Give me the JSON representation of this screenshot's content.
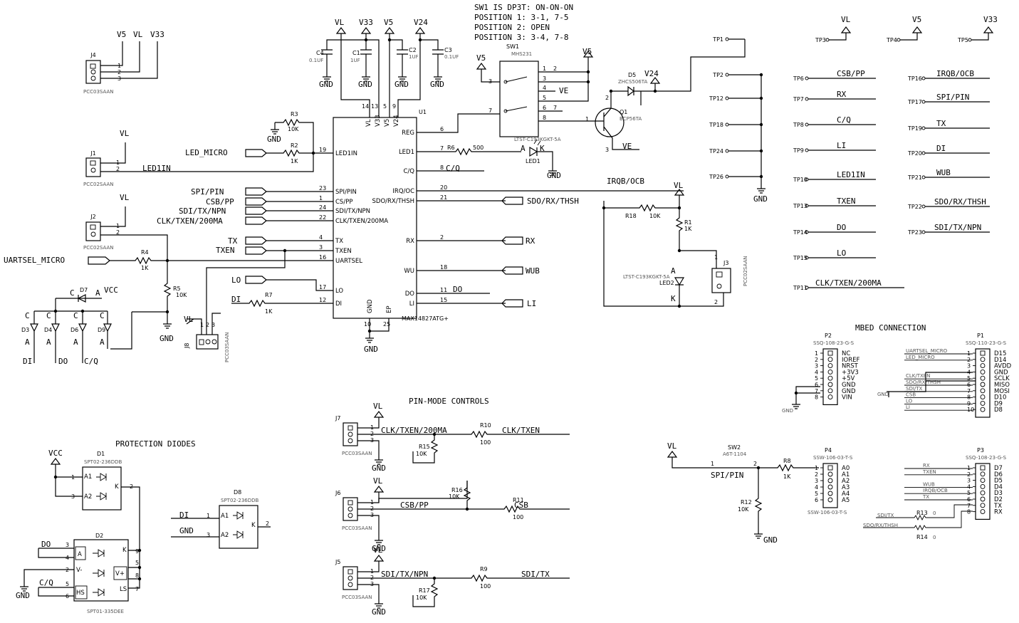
{
  "notes": {
    "sw1_desc": "SW1 IS DP3T: ON-ON-ON",
    "pos1": "POSITION 1: 3-1, 7-5",
    "pos2": "POSITION 2: OPEN",
    "pos3": "POSITION 3: 3-4, 7-8"
  },
  "sections": {
    "pin_mode": "PIN-MODE CONTROLS",
    "protection": "PROTECTION DIODES",
    "mbed": "MBED CONNECTION"
  },
  "u1": {
    "ref": "U1",
    "part": "MAX14827ATG+",
    "left_pins": [
      {
        "num": "19",
        "name": "LED1IN",
        "net": "LED_MICRO"
      },
      {
        "num": "23",
        "name": "SPI/PIN",
        "net": "SPI/PIN"
      },
      {
        "num": "1",
        "name": "CS/PP",
        "net": "CSB/PP"
      },
      {
        "num": "24",
        "name": "SDI/TX/NPN",
        "net": "SDI/TX/NPN"
      },
      {
        "num": "22",
        "name": "CLK/TXEN/200MA",
        "net": "CLK/TXEN/200MA"
      },
      {
        "num": "4",
        "name": "TX",
        "net": "TX"
      },
      {
        "num": "3",
        "name": "TXEN",
        "net": "TXEN"
      },
      {
        "num": "16",
        "name": "UARTSEL",
        "net": ""
      },
      {
        "num": "17",
        "name": "LO",
        "net": "LO"
      },
      {
        "num": "12",
        "name": "DI",
        "net": "DI"
      }
    ],
    "right_pins": [
      {
        "num": "6",
        "name": "REG",
        "net": ""
      },
      {
        "num": "7",
        "name": "LED1",
        "net": ""
      },
      {
        "num": "8",
        "name": "C/Q",
        "net": "C/Q"
      },
      {
        "num": "20",
        "name": "IRQ/OC",
        "net": "IRQB/OCB"
      },
      {
        "num": "21",
        "name": "SDO/RX/THSH",
        "net": "SDO/RX/THSH"
      },
      {
        "num": "2",
        "name": "RX",
        "net": "RX"
      },
      {
        "num": "18",
        "name": "WU",
        "net": "WUB"
      },
      {
        "num": "11",
        "name": "DO",
        "net": "DO"
      },
      {
        "num": "15",
        "name": "LI",
        "net": "LI"
      }
    ],
    "top_pins": [
      {
        "num": "14",
        "name": "VL"
      },
      {
        "num": "13",
        "name": "V33"
      },
      {
        "num": "5",
        "name": "V5"
      },
      {
        "num": "9",
        "name": "V24"
      }
    ],
    "bottom_pins": [
      {
        "num": "10",
        "name": "GND"
      },
      {
        "num": "25",
        "name": "EP"
      }
    ]
  },
  "nets": {
    "vl": "VL",
    "v5": "V5",
    "v33": "V33",
    "v24": "V24",
    "vcc": "VCC",
    "gnd": "GND",
    "led_micro": "LED_MICRO",
    "led1in": "LED1IN",
    "uartsel_micro": "UARTSEL_MICRO",
    "irqb": "IRQB/OCB",
    "ve": "VE",
    "csb": "CSB",
    "clk_txen": "CLK/TXEN",
    "sdi_tx": "SDI/TX",
    "spi_pin": "SPI/PIN",
    "di": "DI",
    "do": "DO",
    "cq": "C/Q",
    "lo": "LO",
    "txen": "TXEN",
    "tx": "TX",
    "rx": "RX",
    "wub": "WUB",
    "li": "LI",
    "sdo": "SDO/RX/THSH",
    "csb_pp": "CSB/PP",
    "sdi_tx_npn": "SDI/TX/NPN",
    "clk_txen_200": "CLK/TXEN/200MA",
    "uartsel_lower": "UARTSEL_MICRO",
    "led_lower": "LED_MICRO"
  },
  "caps": [
    {
      "ref": "C4",
      "val": "0.1UF"
    },
    {
      "ref": "C1",
      "val": "1UF"
    },
    {
      "ref": "C2",
      "val": "1UF"
    },
    {
      "ref": "C3",
      "val": "0.1UF"
    }
  ],
  "res": {
    "r1": {
      "ref": "R1",
      "val": "1K"
    },
    "r2": {
      "ref": "R2",
      "val": "1K"
    },
    "r3": {
      "ref": "R3",
      "val": "10K"
    },
    "r4": {
      "ref": "R4",
      "val": "1K"
    },
    "r5": {
      "ref": "R5",
      "val": "10K"
    },
    "r6": {
      "ref": "R6",
      "val": "500"
    },
    "r7": {
      "ref": "R7",
      "val": "1K"
    },
    "r8": {
      "ref": "R8",
      "val": "1K"
    },
    "r9": {
      "ref": "R9",
      "val": "100"
    },
    "r10": {
      "ref": "R10",
      "val": "100"
    },
    "r11": {
      "ref": "R11",
      "val": "100"
    },
    "r12": {
      "ref": "R12",
      "val": "10K"
    },
    "r13": {
      "ref": "R13",
      "val": "0"
    },
    "r14": {
      "ref": "R14",
      "val": "0"
    },
    "r15": {
      "ref": "R15",
      "val": "10K"
    },
    "r16": {
      "ref": "R16",
      "val": "10K"
    },
    "r17": {
      "ref": "R17",
      "val": "10K"
    },
    "r18": {
      "ref": "R18",
      "val": "10K"
    }
  },
  "parts": {
    "sw1": "SW1",
    "sw1_part": "MHS231",
    "sw2": "SW2",
    "sw2_part": "A6T-1104",
    "d5": "D5",
    "d5_part": "ZHCS506TA",
    "q1": "Q1",
    "q1_part": "BCP56TA",
    "led1": "LED1",
    "led1_part": "LTST-C193KGKT-5A",
    "led2": "LED2",
    "led2_part": "LTST-C193KGKT-5A",
    "j1": "J1",
    "j2": "J2",
    "j3": "J3",
    "j4": "J4",
    "j5": "J5",
    "j6": "J6",
    "j7": "J7",
    "j8": "J8",
    "pcc02": "PCC02SAAN",
    "pcc03": "PCC03SAAN",
    "d1": "D1",
    "d1_part": "SPT02-236DDB",
    "d2": "D2",
    "d2_part": "SPT01-335DEE",
    "d8": "D8",
    "d8_part": "SPT02-236DDB",
    "d3": "D3",
    "d4": "D4",
    "d6": "D6",
    "d7": "D7",
    "d9": "D9",
    "p1": "P1",
    "p1_part": "SSQ-110-23-G-S",
    "p2": "P2",
    "p2_part": "SSQ-108-23-G-S",
    "p3": "P3",
    "p3_part": "SSQ-108-23-G-S",
    "p4": "P4",
    "p4_part": "SSW-106-03-T-S"
  },
  "testpoints_top": [
    {
      "ref": "TP3",
      "net": "VL"
    },
    {
      "ref": "TP4",
      "net": "V5"
    },
    {
      "ref": "TP5",
      "net": "V33"
    }
  ],
  "testpoints_gnd": [
    "TP1",
    "TP2",
    "TP12",
    "TP18",
    "TP24",
    "TP26"
  ],
  "testpoints_left": [
    {
      "ref": "TP6",
      "net": "CSB/PP"
    },
    {
      "ref": "TP7",
      "net": "RX"
    },
    {
      "ref": "TP8",
      "net": "C/Q"
    },
    {
      "ref": "TP9",
      "net": "LI"
    },
    {
      "ref": "TP10",
      "net": "LED1IN"
    },
    {
      "ref": "TP13",
      "net": "TXEN"
    },
    {
      "ref": "TP14",
      "net": "DO"
    },
    {
      "ref": "TP15",
      "net": "LO"
    },
    {
      "ref": "TP11",
      "net": "CLK/TXEN/200MA"
    }
  ],
  "testpoints_right": [
    {
      "ref": "TP16",
      "net": "IRQB/OCB"
    },
    {
      "ref": "TP17",
      "net": "SPI/PIN"
    },
    {
      "ref": "TP19",
      "net": "TX"
    },
    {
      "ref": "TP20",
      "net": "DI"
    },
    {
      "ref": "TP21",
      "net": "WUB"
    },
    {
      "ref": "TP22",
      "net": "SDO/RX/THSH"
    },
    {
      "ref": "TP23",
      "net": "SDI/TX/NPN"
    }
  ],
  "p2_pins": [
    "NC",
    "IOREF",
    "NRST",
    "+3V3",
    "+5V",
    "GND",
    "GND",
    "VIN"
  ],
  "p1_pins": [
    "D15",
    "D14",
    "AVDD",
    "GND",
    "SCLK",
    "MISO",
    "MOSI",
    "D10",
    "D9",
    "D8"
  ],
  "p1_nets": [
    "UARTSEL_MICRO",
    "LED_MICRO",
    "",
    "",
    "CLK/TXEN",
    "SDO/RX/THSH",
    "SDI/TX",
    "CSB",
    "LO",
    "LI"
  ],
  "p3_pins": [
    "D7",
    "D6",
    "D5",
    "D4",
    "D3",
    "D2",
    "TX",
    "RX"
  ],
  "p3_nets": [
    "RX",
    "TXEN",
    "",
    "WUB",
    "IRQB/OCB",
    "TX",
    "",
    ""
  ],
  "p4_pins": [
    "A0",
    "A1",
    "A2",
    "A3",
    "A4",
    "A5"
  ],
  "d1_pins": {
    "a1": "A1",
    "a2": "A2",
    "k": "K"
  },
  "d2_pins": {
    "a": "A",
    "vm": "V-",
    "vp": "V+",
    "hs": "HS",
    "k": "K",
    "ls": "LS"
  },
  "pin_numbers": {
    "one": "1",
    "two": "2",
    "three": "3",
    "four": "4",
    "five": "5",
    "six": "6",
    "seven": "7",
    "eight": "8",
    "nine": "9",
    "ten": "10"
  },
  "diode_letters": {
    "a": "A",
    "c": "C",
    "k": "K"
  }
}
